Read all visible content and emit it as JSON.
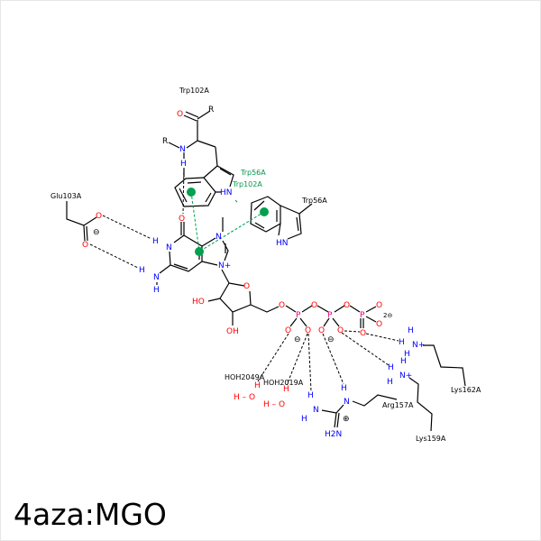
{
  "title": "4aza:MGO",
  "residues": {
    "trp102_top": "Trp102A",
    "trp56_right": "Trp56A",
    "glu103": "Glu103A",
    "lys162": "Lys162A",
    "lys159": "Lys159A",
    "arg157": "Arg157A",
    "hoh2049": "HOH2049A",
    "hoh2019": "HOH2019A"
  },
  "pi_labels": {
    "trp56": "Trp56A",
    "trp102": "Trp102A"
  },
  "atoms": {
    "O": "O",
    "N": "N",
    "H": "H",
    "R": "R",
    "P": "P",
    "HN": "HN",
    "HO": "HO",
    "OH": "OH",
    "H2N": "H2N",
    "Nplus": "N+",
    "charge_minus": "⊖",
    "charge_plus": "⊕",
    "charge_2minus": "2⊖",
    "H_O": "H – O"
  },
  "colors": {
    "nitrogen": "#0000ff",
    "oxygen": "#ff0000",
    "phosphorus": "#e0007a",
    "pi_stacking": "#00a050"
  }
}
